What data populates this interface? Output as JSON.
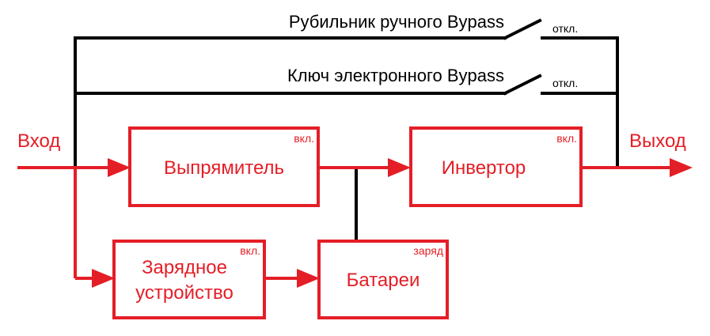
{
  "colors": {
    "power_path": "#e41e26",
    "bypass_path": "#000000",
    "background": "#ffffff"
  },
  "bypass": {
    "manual": {
      "label": "Рубильник ручного Bypass",
      "state": "откл."
    },
    "electronic": {
      "label": "Ключ электронного Bypass",
      "state": "откл."
    }
  },
  "io": {
    "input_label": "Вход",
    "output_label": "Выход"
  },
  "blocks": {
    "rectifier": {
      "label": "Выпрямитель",
      "state": "вкл."
    },
    "inverter": {
      "label": "Инвертор",
      "state": "вкл."
    },
    "charger": {
      "label_line1": "Зарядное",
      "label_line2": "устройство",
      "state": "вкл."
    },
    "batteries": {
      "label": "Батареи",
      "state": "заряд"
    }
  }
}
